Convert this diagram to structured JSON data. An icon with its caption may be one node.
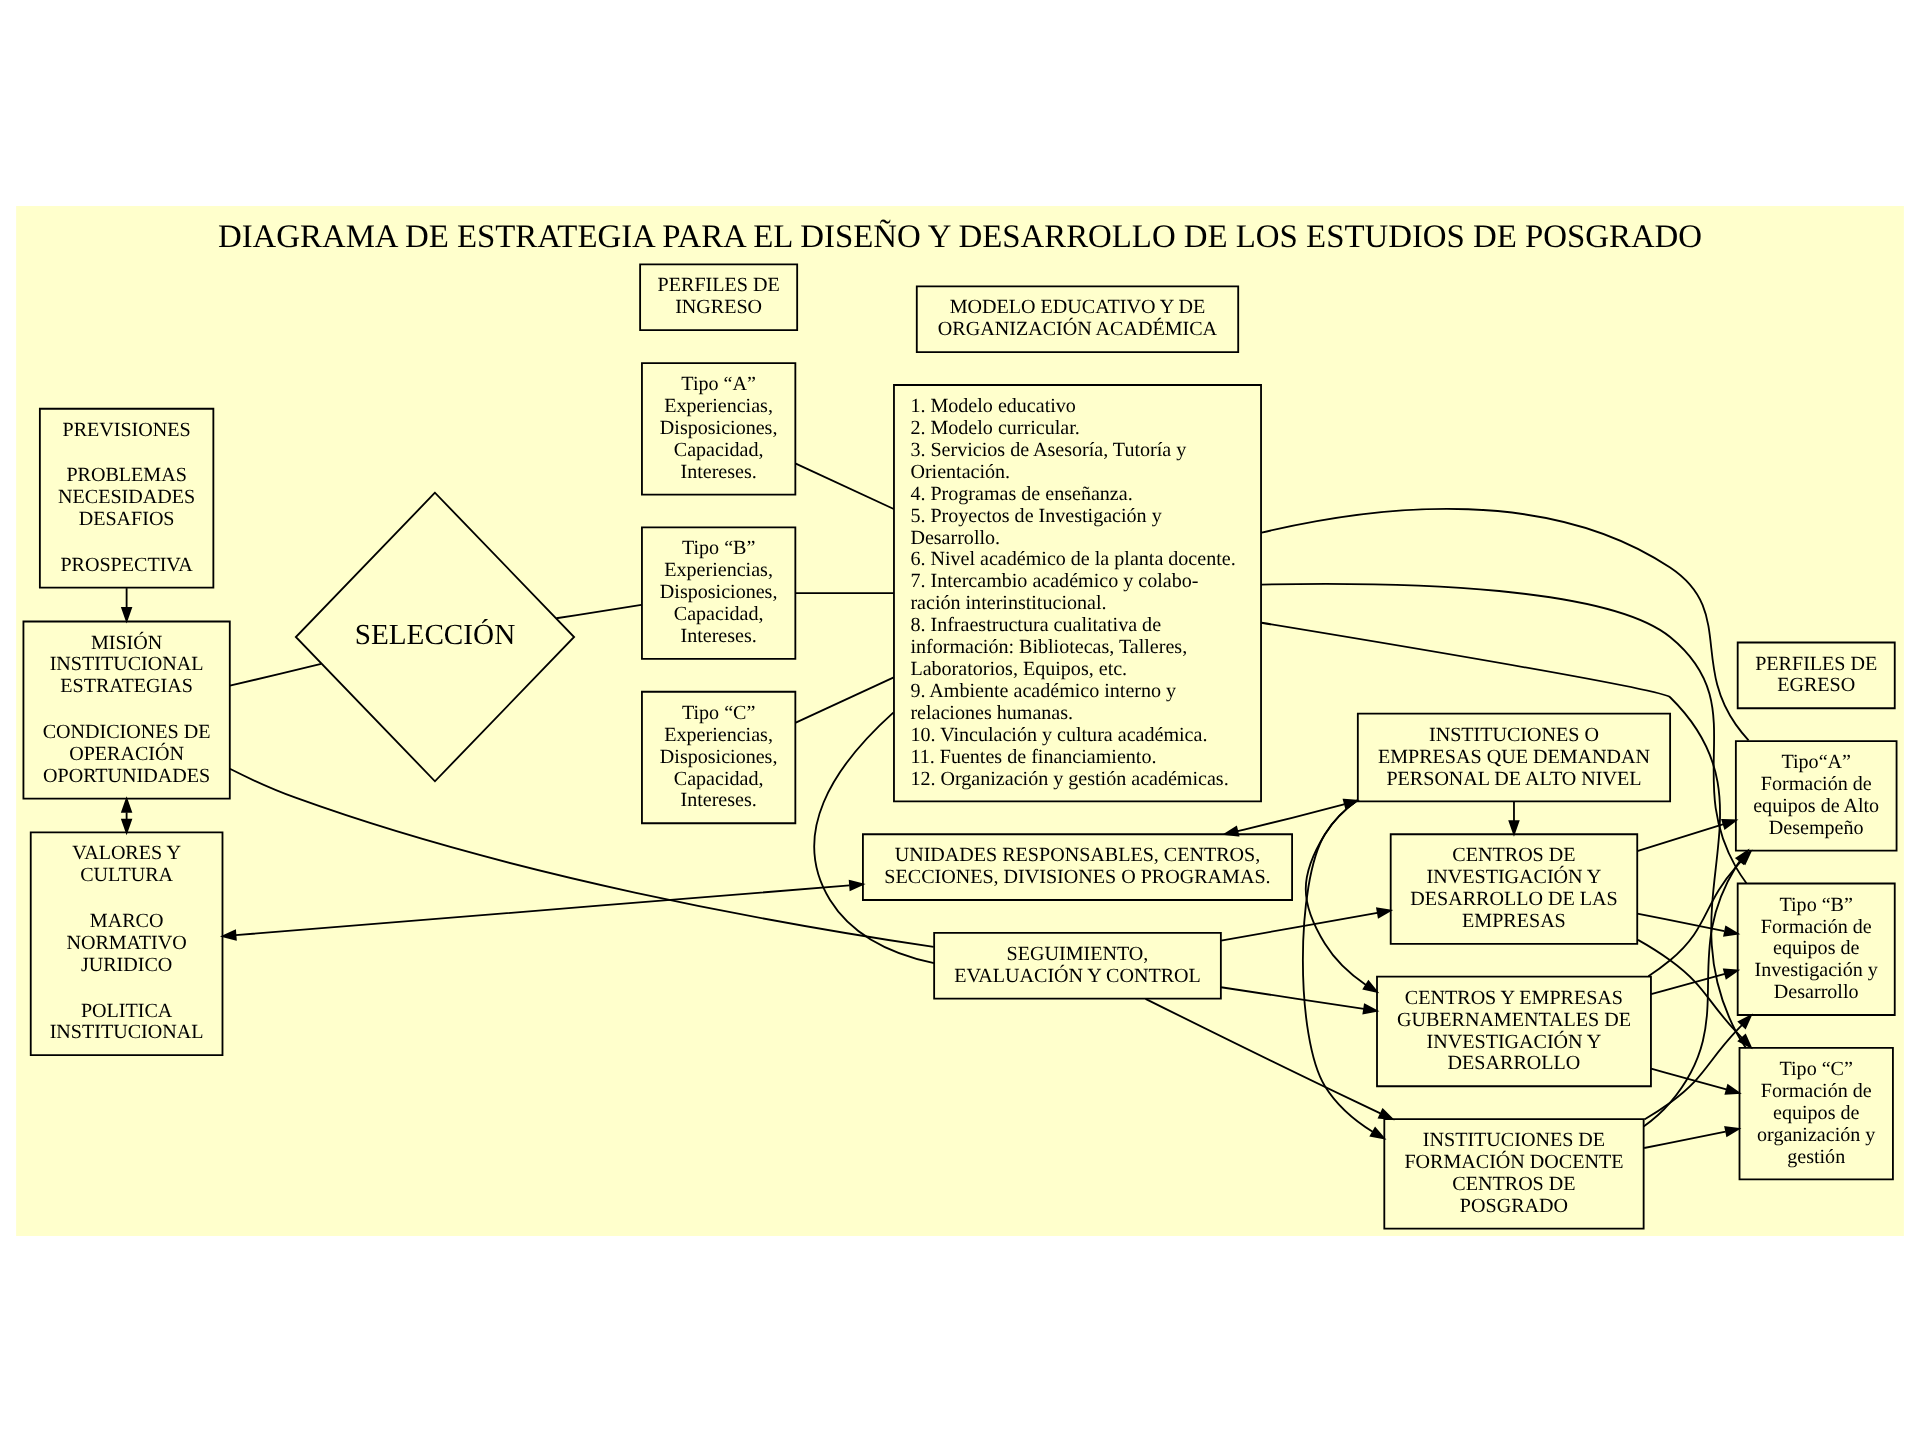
{
  "diagram": {
    "title": "DIAGRAMA DE ESTRATEGIA PARA EL DISEÑO Y DESARROLLO DE LOS ESTUDIOS DE POSGRADO",
    "nodes": [
      {
        "text": [
          "UNIDADES RESPONSABLES, CENTROS, SECCIONES, DIVISIONES O PROGRAMAS."
        ]
      },
      {
        "text": [
          "INSTITUCIONES O EMPRESAS QUE DEMANDAN PERSONAL DE ALTO NIVEL"
        ]
      },
      {
        "text": [
          "VALORES Y CULTURA",
          "MARCO NORMATIVO JURIDICO",
          "POLITICA INSTITUCIONAL"
        ]
      },
      {
        "text": [
          "PERFILES DE INGRESO"
        ]
      },
      {
        "text": [
          "MODELO EDUCATIVO Y DE ORGANIZACIÓN ACADÉMICA"
        ]
      },
      {
        "text": [
          "PERFILES DE EGRESO"
        ]
      },
      {
        "text": [
          "INSTITUCIONES DE FORMACIÓN DOCENTE CENTROS DE POSGRADO"
        ]
      },
      {
        "text": [
          "Tipo “A” Experiencias, Disposiciones, Capacidad, Intereses."
        ]
      },
      {
        "text": [
          "1. Modelo educativo",
          "2. Modelo curricular.",
          "3. Servicios de Asesoría, Tutoría y Orientación.",
          "4. Programas de enseñanza.",
          "5. Proyectos de Investigación y Desarrollo.",
          "6. Nivel académico de la planta docente.",
          "7. Intercambio académico y colabo- ración interinstitucional.",
          "8. Infraestructura cualitativa de información: Bibliotecas, Talleres, Laboratorios, Equipos, etc.",
          "9. Ambiente académico interno y relaciones humanas.",
          "10. Vinculación y cultura académica.",
          "11. Fuentes de financiamiento.",
          "12. Organización y gestión académicas."
        ]
      },
      {
        "text": [
          "Tipo“A” Formación de equipos de Alto Desempeño"
        ]
      },
      {
        "text": [
          "MISIÓN INSTITUCIONAL ESTRATEGIAS",
          "CONDICIONES DE OPERACIÓN OPORTUNIDADES"
        ]
      },
      {
        "text": [
          "SELECCIÓN"
        ]
      },
      {
        "text": [
          "Tipo “B” Experiencias, Disposiciones, Capacidad, Intereses."
        ]
      },
      {
        "text": [
          "Tipo “B” Formación de equipos de Investigación y Desarrollo"
        ]
      },
      {
        "text": [
          "CENTROS Y EMPRESAS GUBERNAMENTALES DE INVESTIGACIÓN Y DESARROLLO"
        ]
      },
      {
        "text": [
          "Tipo “C” Experiencias, Disposiciones, Capacidad, Intereses."
        ]
      },
      {
        "text": [
          "Tipo “C” Formación de equipos de organización y gestión"
        ]
      },
      {
        "text": [
          "CENTROS DE INVESTIGACIÓN Y DESARROLLO DE LAS EMPRESAS"
        ]
      },
      {
        "text": [
          "PREVISIONES",
          "PROBLEMAS NECESIDADES DESAFIOS",
          "PROSPECTIVA"
        ]
      },
      {
        "text": [
          "SEGUIMIENTO, EVALUACIÓN Y CONTROL"
        ]
      }
    ],
    "edges": [
      {
        "from": 2,
        "to": 0,
        "arrow": "both"
      },
      {
        "from": 0,
        "to": 1,
        "arrow": "both"
      },
      {
        "from": 10,
        "to": 2,
        "arrow": "both"
      },
      {
        "from": 18,
        "to": 10,
        "arrow": "to"
      },
      {
        "from": 10,
        "to": 11,
        "arrow": "none"
      },
      {
        "from": 10,
        "to": 19,
        "arrow": "none"
      },
      {
        "from": 11,
        "to": 12,
        "arrow": "none"
      },
      {
        "from": 7,
        "to": 8,
        "arrow": "none"
      },
      {
        "from": 12,
        "to": 8,
        "arrow": "none"
      },
      {
        "from": 15,
        "to": 8,
        "arrow": "none"
      },
      {
        "from": 8,
        "to": 19,
        "arrow": "none"
      },
      {
        "from": 9,
        "to": 8,
        "arrow": "none"
      },
      {
        "from": 13,
        "to": 8,
        "arrow": "none"
      },
      {
        "from": 16,
        "to": 8,
        "arrow": "none"
      },
      {
        "from": 6,
        "to": 9,
        "arrow": "to"
      },
      {
        "from": 6,
        "to": 13,
        "arrow": "to"
      },
      {
        "from": 6,
        "to": 16,
        "arrow": "to"
      },
      {
        "from": 14,
        "to": 9,
        "arrow": "to"
      },
      {
        "from": 14,
        "to": 13,
        "arrow": "to"
      },
      {
        "from": 14,
        "to": 16,
        "arrow": "to"
      },
      {
        "from": 17,
        "to": 9,
        "arrow": "to"
      },
      {
        "from": 17,
        "to": 13,
        "arrow": "to"
      },
      {
        "from": 17,
        "to": 16,
        "arrow": "to"
      },
      {
        "from": 1,
        "to": 6,
        "arrow": "to"
      },
      {
        "from": 1,
        "to": 14,
        "arrow": "to"
      },
      {
        "from": 1,
        "to": 17,
        "arrow": "to"
      },
      {
        "from": 19,
        "to": 6,
        "arrow": "to"
      },
      {
        "from": 19,
        "to": 14,
        "arrow": "to"
      },
      {
        "from": 19,
        "to": 17,
        "arrow": "to"
      }
    ]
  }
}
